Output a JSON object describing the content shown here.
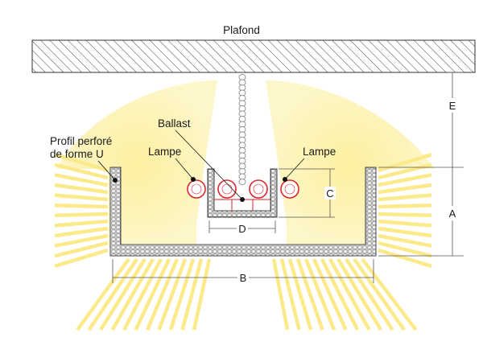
{
  "labels": {
    "ceiling": "Plafond",
    "profile_line1": "Profil perforé",
    "profile_line2": "de forme U",
    "ballast": "Ballast",
    "lamp_left": "Lampe",
    "lamp_right": "Lampe"
  },
  "dimensions": {
    "a": "A",
    "b": "B",
    "c": "C",
    "d": "D",
    "e": "E"
  },
  "colors": {
    "light": "#fdf2a8",
    "light_ray": "#fbe98a",
    "lamp_ring": "#d9262c",
    "ballast_lines": "#d9262c",
    "outline": "#333333",
    "dimension_line": "#555555"
  },
  "icons": {
    "ceiling": "hatched-ceiling-icon",
    "chain": "suspension-chain-icon",
    "lamp": "fluorescent-lamp-icon",
    "profile": "perforated-u-profile-icon"
  }
}
